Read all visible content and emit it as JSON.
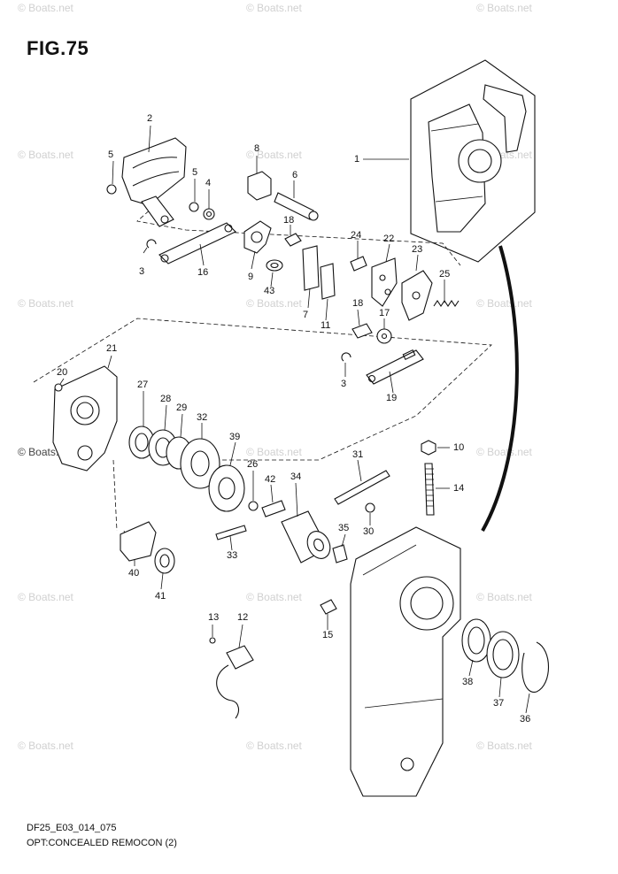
{
  "figure": {
    "title": "FIG.75",
    "code": "DF25_E03_014_075",
    "name": "OPT:CONCEALED REMOCON (2)"
  },
  "watermark": "© Boats.net",
  "callouts": [
    "1",
    "2",
    "3",
    "3",
    "4",
    "5",
    "5",
    "6",
    "7",
    "8",
    "9",
    "10",
    "11",
    "12",
    "13",
    "14",
    "15",
    "16",
    "17",
    "18",
    "18",
    "19",
    "20",
    "21",
    "22",
    "23",
    "24",
    "25",
    "26",
    "27",
    "28",
    "29",
    "30",
    "31",
    "32",
    "33",
    "34",
    "35",
    "36",
    "37",
    "38",
    "39",
    "40",
    "41",
    "42",
    "43"
  ]
}
